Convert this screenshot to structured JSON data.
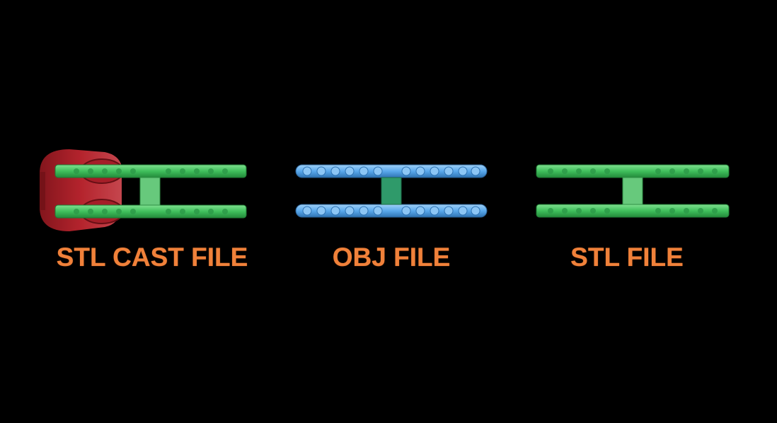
{
  "background_color": "#000000",
  "caption_color": "#f0813a",
  "panels": [
    {
      "caption": "STL CAST FILE",
      "model_icon": "ring-model-with-red-casting-sprue-icon",
      "band_color": "#3fbf5c",
      "sprue_color": "#d42a35"
    },
    {
      "caption": "OBJ FILE",
      "model_icon": "ring-model-blue-obj-icon",
      "band_color": "#5aa9ec"
    },
    {
      "caption": "STL FILE",
      "model_icon": "ring-model-green-stl-icon",
      "band_color": "#3fbf5c"
    }
  ]
}
